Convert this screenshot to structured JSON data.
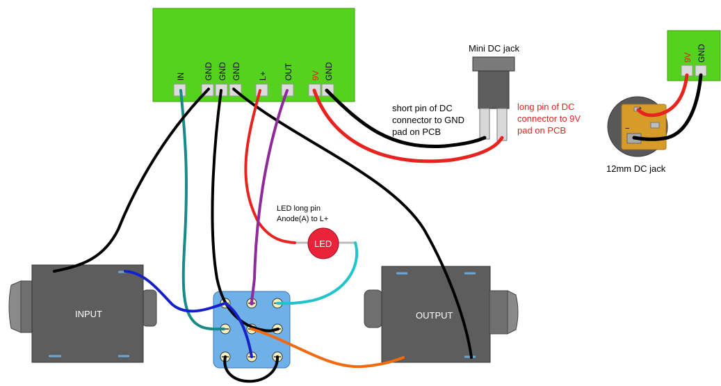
{
  "pcb": {
    "pins": [
      "IN",
      "GND",
      "GND",
      "GND",
      "L+",
      "OUT",
      "9V",
      "GND"
    ]
  },
  "dc_jack_board": {
    "pins": [
      "9V",
      "GND"
    ]
  },
  "labels": {
    "mini_dc_jack": "Mini DC jack",
    "short_pin": [
      "short pin of DC",
      "connector to GND",
      "pad on PCB"
    ],
    "long_pin": [
      "long pin of DC",
      "connector to 9V",
      "pad on PCB"
    ],
    "jack_12mm": "12mm DC jack",
    "led_note": [
      "LED long pin",
      "Anode(A) to L+"
    ],
    "led": "LED",
    "input": "INPUT",
    "output": "OUTPUT",
    "jack_plus": "+",
    "jack_minus": "−"
  },
  "colors": {
    "pcb_green": "#55d21e",
    "pcb_border": "#3e9e10",
    "pad": "#dcdcdc",
    "jack_body": "#5d5d5d",
    "switch_blue": "#6eb0e8",
    "led_red": "#e8233a",
    "jack_orange": "#d79b28",
    "highlight_red": "#e8231f"
  }
}
